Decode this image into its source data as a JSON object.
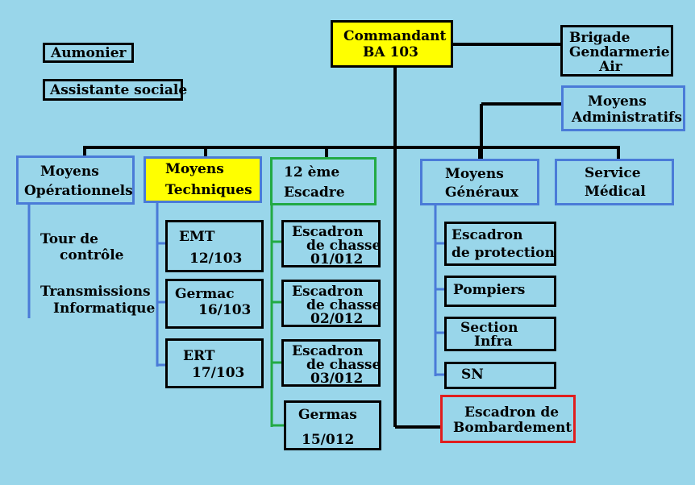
{
  "commandant": {
    "line1": "Commandant",
    "line2": "BA 103"
  },
  "aumonier": "Aumonier",
  "assistante": "Assistante sociale",
  "gendarmerie": {
    "line1": "Brigade",
    "line2": "Gendarmerie",
    "line3": "Air"
  },
  "admin": {
    "line1": "Moyens",
    "line2": "Administratifs"
  },
  "operationnels": {
    "line1": "Moyens",
    "line2": "Opérationnels",
    "items": [
      "Tour de",
      "contrôle",
      "Transmissions",
      "Informatique"
    ]
  },
  "techniques": {
    "line1": "Moyens",
    "line2": "Techniques",
    "units": [
      {
        "line1": "EMT",
        "line2": "12/103"
      },
      {
        "line1": "Germac",
        "line2": "16/103"
      },
      {
        "line1": "ERT",
        "line2": "17/103"
      }
    ]
  },
  "escadre": {
    "line1": "12 ème",
    "line2": "Escadre",
    "units": [
      {
        "line1": "Escadron",
        "line2": "de chasse",
        "line3": "01/012"
      },
      {
        "line1": "Escadron",
        "line2": "de chasse",
        "line3": "02/012"
      },
      {
        "line1": "Escadron",
        "line2": "de chasse",
        "line3": "03/012"
      },
      {
        "line1": "Germas",
        "line2": "15/012"
      }
    ]
  },
  "generaux": {
    "line1": "Moyens",
    "line2": "Généraux",
    "units": [
      {
        "line1": "Escadron",
        "line2": "de protection"
      },
      {
        "line1": "Pompiers"
      },
      {
        "line1": "Section",
        "line2": "Infra"
      },
      {
        "line1": "SN"
      }
    ]
  },
  "medical": {
    "line1": "Service",
    "line2": "Médical"
  },
  "bombardement": {
    "line1": "Escadron de",
    "line2": "Bombardement"
  },
  "colors": {
    "background": "#99d6ea",
    "blue_border": "#4a7bd8",
    "green_border": "#22aa44",
    "red_border": "#e01e1e",
    "highlight": "#ffff00"
  }
}
